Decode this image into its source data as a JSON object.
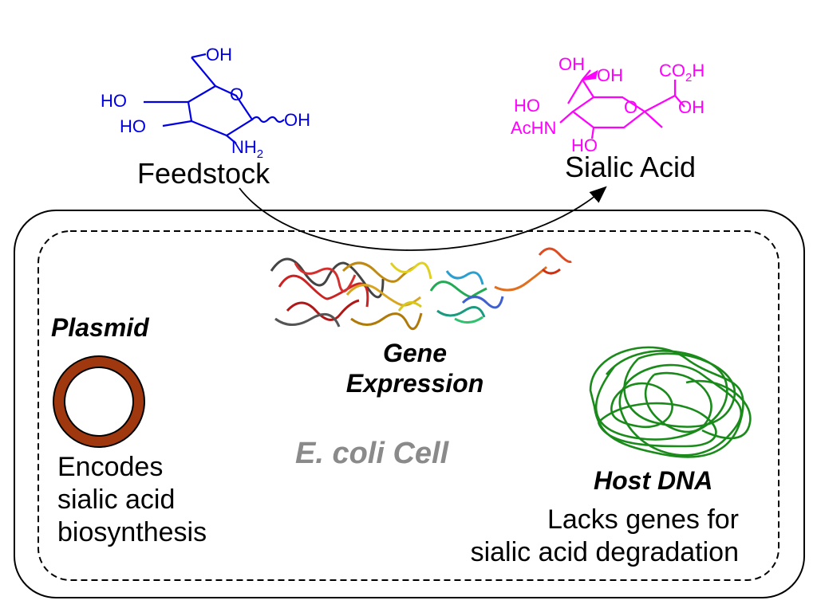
{
  "feedstock": {
    "label": "Feedstock",
    "color": "#0000e0",
    "substituents": [
      "OH",
      "O",
      "HO",
      "HO",
      "OH",
      "NH",
      "2"
    ]
  },
  "product": {
    "label": "Sialic Acid",
    "color": "#ff00ff",
    "substituents": [
      "OH",
      "OH",
      "CO",
      "2",
      "H",
      "HO",
      "O",
      "OH",
      "AcHN",
      "HO"
    ]
  },
  "cell": {
    "label": "E. coli Cell",
    "label_color": "#8a8a8a"
  },
  "plasmid": {
    "title": "Plasmid",
    "description_lines": [
      "Encodes",
      "sialic acid",
      "biosynthesis"
    ],
    "ring_color": "#a0380f"
  },
  "gene_expression": {
    "lines": [
      "Gene",
      "Expression"
    ]
  },
  "host_dna": {
    "title": "Host DNA",
    "description_lines": [
      "Lacks genes for",
      "sialic acid degradation"
    ],
    "color": "#1a8a1a"
  }
}
